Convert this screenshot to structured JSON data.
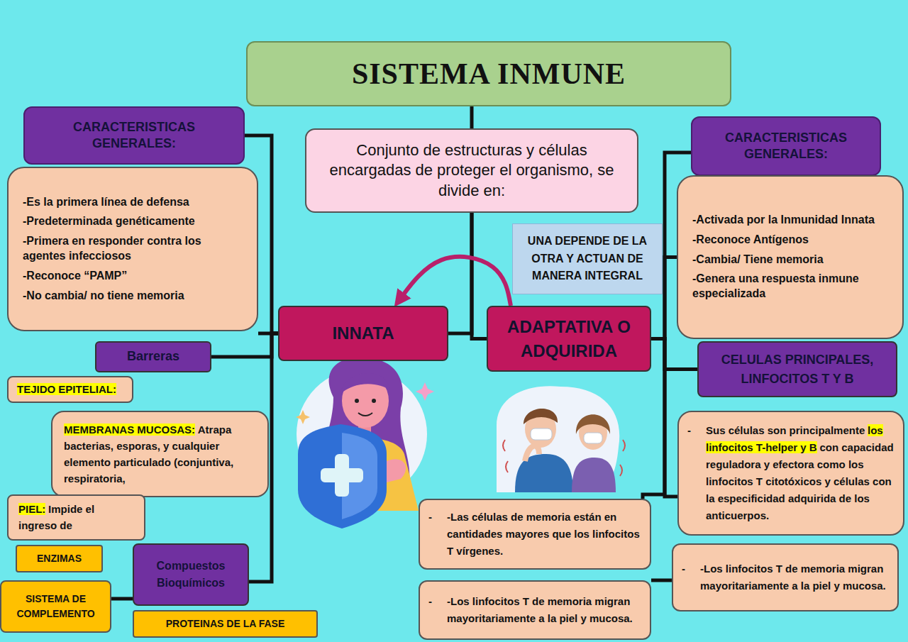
{
  "diagram": {
    "title": "SISTEMA INMUNE",
    "nodes": [
      {
        "text": [
          "SISTEMA INMUNE"
        ]
      },
      {
        "text": [
          "CARACTERISTICAS GENERALES:"
        ]
      },
      {
        "text": [
          "Conjunto de estructuras y células encargadas de proteger el organismo, se divide en:"
        ]
      },
      {
        "text": [
          "CARACTERISTICAS GENERALES:"
        ]
      },
      {
        "text": [
          "-Es la primera línea de defensa",
          "-Predeterminada genéticamente",
          "-Primera en responder contra los agentes infecciosos",
          "-Reconoce “PAMP”",
          "-No cambia/ no tiene memoria"
        ]
      },
      {
        "text": [
          "-Activada por la Inmunidad Innata",
          "-Reconoce Antígenos",
          "-Cambia/ Tiene memoria",
          "-Genera una respuesta inmune especializada"
        ]
      },
      {
        "text": [
          "UNA DEPENDE DE LA OTRA Y ACTUAN DE MANERA INTEGRAL"
        ]
      },
      {
        "text": [
          "INNATA"
        ]
      },
      {
        "text": [
          "ADAPTATIVA O ADQUIRIDA"
        ]
      },
      {
        "text": [
          "Barreras"
        ]
      },
      {
        "text": [
          "CELULAS PRINCIPALES, LINFOCITOS T Y B"
        ]
      },
      {
        "text": [
          "TEJIDO EPITELIAL:"
        ]
      },
      {
        "text": [
          "MEMBRANAS MUCOSAS:",
          "Atrapa bacterias, esporas, y cualquier elemento particulado (conjuntiva, respiratoria,"
        ]
      },
      {
        "text": [
          "-",
          "Sus células son principalmente",
          "los linfocitos T-helper y B",
          "con capacidad reguladora y efectora como los linfocitos T citotóxicos y células con la especificidad adquirida de los anticuerpos."
        ]
      },
      {
        "text": [
          "PIEL:",
          "Impide el ingreso de"
        ]
      },
      {
        "text": [
          "-",
          "-Las células de memoria están en cantidades mayores que los linfocitos T vírgenes."
        ]
      },
      {
        "text": [
          "ENZIMAS"
        ]
      },
      {
        "text": [
          "Compuestos Bioquímicos"
        ]
      },
      {
        "text": [
          "-",
          "-Los linfocitos T de memoria migran mayoritariamente a la piel y mucosa."
        ]
      },
      {
        "text": [
          "SISTEMA DE COMPLEMENTO"
        ]
      },
      {
        "text": [
          "-",
          "-Los linfocitos T de memoria migran mayoritariamente a la piel y mucosa."
        ]
      },
      {
        "text": [
          "PROTEINAS DE LA FASE"
        ]
      }
    ],
    "edges": [
      {
        "from": 0,
        "to": 2,
        "arrow": "none"
      },
      {
        "from": 2,
        "to": 7,
        "arrow": "none"
      },
      {
        "from": 2,
        "to": 8,
        "arrow": "none"
      },
      {
        "from": 8,
        "to": 7,
        "arrow": "to"
      },
      {
        "from": 7,
        "to": 1,
        "arrow": "none"
      },
      {
        "from": 7,
        "to": 4,
        "arrow": "none"
      },
      {
        "from": 7,
        "to": 9,
        "arrow": "none"
      },
      {
        "from": 7,
        "to": 17,
        "arrow": "none"
      },
      {
        "from": 8,
        "to": 3,
        "arrow": "none"
      },
      {
        "from": 8,
        "to": 5,
        "arrow": "none"
      },
      {
        "from": 8,
        "to": 10,
        "arrow": "none"
      },
      {
        "from": 8,
        "to": 13,
        "arrow": "none"
      },
      {
        "from": 8,
        "to": 15,
        "arrow": "none"
      },
      {
        "from": 20,
        "to": 18,
        "arrow": "none"
      },
      {
        "from": 17,
        "to": 19,
        "arrow": "none"
      }
    ]
  }
}
